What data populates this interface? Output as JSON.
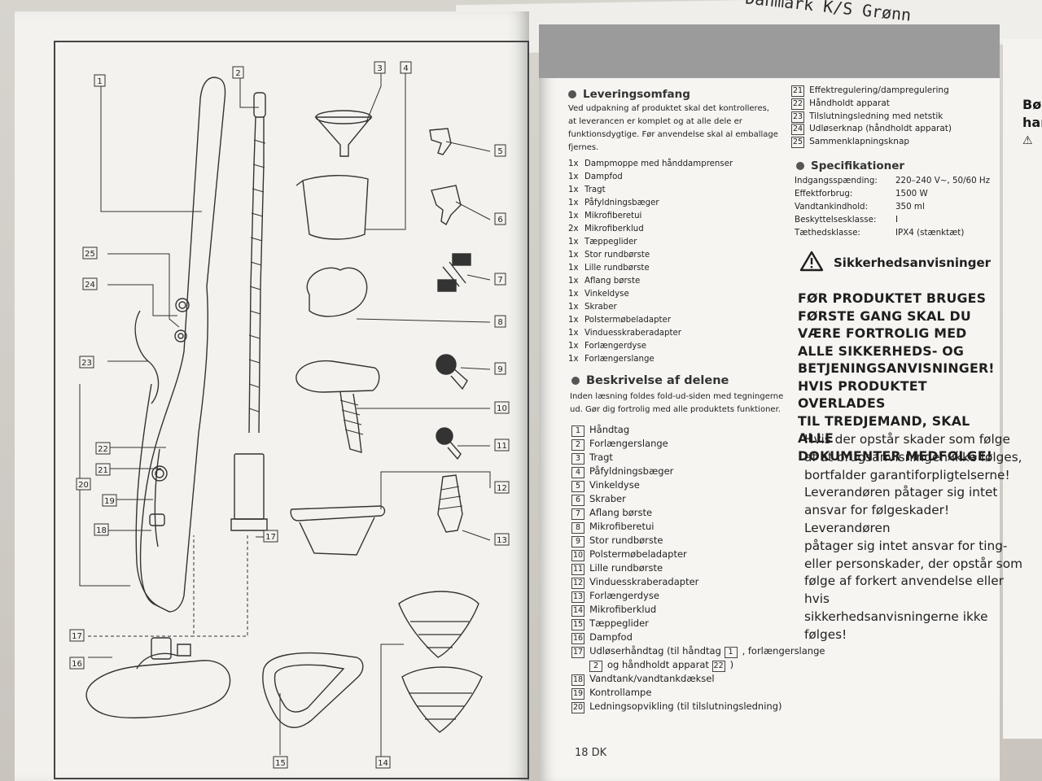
{
  "background": {
    "top_sheet_text": "Danmark K/S Grønn",
    "side_sheet_text": [
      "Bør",
      "har"
    ]
  },
  "diagram": {
    "callouts": [
      "1",
      "2",
      "3",
      "4",
      "5",
      "6",
      "7",
      "8",
      "9",
      "10",
      "11",
      "12",
      "13",
      "14",
      "15",
      "16",
      "17",
      "17",
      "18",
      "19",
      "20",
      "21",
      "22",
      "23",
      "24",
      "25"
    ]
  },
  "page": {
    "number": "18 DK"
  },
  "delivery": {
    "heading": "Leveringsomfang",
    "intro": [
      "Ved udpakning af produktet skal det kontrolleres,",
      "at leverancen er komplet og at alle dele er",
      "funktionsdygtige. Før anvendelse skal al emballage",
      "fjernes."
    ],
    "items": [
      {
        "qty": "1x",
        "name": "Dampmoppe med hånddamprenser"
      },
      {
        "qty": "1x",
        "name": "Dampfod"
      },
      {
        "qty": "1x",
        "name": "Tragt"
      },
      {
        "qty": "1x",
        "name": "Påfyldningsbæger"
      },
      {
        "qty": "1x",
        "name": "Mikrofiberetui"
      },
      {
        "qty": "2x",
        "name": "Mikrofiberklud"
      },
      {
        "qty": "1x",
        "name": "Tæppeglider"
      },
      {
        "qty": "1x",
        "name": "Stor rundbørste"
      },
      {
        "qty": "1x",
        "name": "Lille rundbørste"
      },
      {
        "qty": "1x",
        "name": "Aflang børste"
      },
      {
        "qty": "1x",
        "name": "Vinkeldyse"
      },
      {
        "qty": "1x",
        "name": "Skraber"
      },
      {
        "qty": "1x",
        "name": "Polstermøbeladapter"
      },
      {
        "qty": "1x",
        "name": "Vinduesskraberadapter"
      },
      {
        "qty": "1x",
        "name": "Forlængerdyse"
      },
      {
        "qty": "1x",
        "name": "Forlængerslange"
      }
    ]
  },
  "parts": {
    "heading": "Beskrivelse af delene",
    "intro": [
      "Inden læsning foldes fold-ud-siden med tegningerne",
      "ud. Gør dig fortrolig med alle produktets funktioner."
    ],
    "items": [
      {
        "num": "1",
        "name": "Håndtag"
      },
      {
        "num": "2",
        "name": "Forlængerslange"
      },
      {
        "num": "3",
        "name": "Tragt"
      },
      {
        "num": "4",
        "name": "Påfyldningsbæger"
      },
      {
        "num": "5",
        "name": "Vinkeldyse"
      },
      {
        "num": "6",
        "name": "Skraber"
      },
      {
        "num": "7",
        "name": "Aflang børste"
      },
      {
        "num": "8",
        "name": "Mikrofiberetui"
      },
      {
        "num": "9",
        "name": "Stor rundbørste"
      },
      {
        "num": "10",
        "name": "Polstermøbeladapter"
      },
      {
        "num": "11",
        "name": "Lille rundbørste"
      },
      {
        "num": "12",
        "name": "Vinduesskraberadapter"
      },
      {
        "num": "13",
        "name": "Forlængerdyse"
      },
      {
        "num": "14",
        "name": "Mikrofiberklud"
      },
      {
        "num": "15",
        "name": "Tæppeglider"
      },
      {
        "num": "16",
        "name": "Dampfod"
      },
      {
        "num": "17",
        "name": "Udløserhåndtag (til håndtag",
        "ref1": "1",
        "mid": ", forlængerslange",
        "ref2": "2",
        "mid2": "og håndholdt apparat",
        "ref3": "22",
        "end": ")"
      },
      {
        "num": "18",
        "name": "Vandtank/vandtankdæksel"
      },
      {
        "num": "19",
        "name": "Kontrollampe"
      },
      {
        "num": "20",
        "name": "Ledningsopvikling (til tilslutningsledning)"
      },
      {
        "num": "21",
        "name": "Effektregulering/dampregulering"
      },
      {
        "num": "22",
        "name": "Håndholdt apparat"
      },
      {
        "num": "23",
        "name": "Tilslutningsledning med netstik"
      },
      {
        "num": "24",
        "name": "Udløserknap (håndholdt apparat)"
      },
      {
        "num": "25",
        "name": "Sammenklapningsknap"
      }
    ]
  },
  "specs": {
    "heading": "Specifikationer",
    "rows": [
      {
        "key": "Indgangsspænding:",
        "value": "220–240 V∼, 50/60 Hz"
      },
      {
        "key": "Effektforbrug:",
        "value": "1500 W"
      },
      {
        "key": "Vandtankindhold:",
        "value": "350 ml"
      },
      {
        "key": "Beskyttelsesklasse:",
        "value": "I"
      },
      {
        "key": "Tæthedsklasse:",
        "value": "IPX4 (stænktæt)"
      }
    ]
  },
  "safety": {
    "heading": "Sikkerhedsanvisninger",
    "caps": [
      "FØR PRODUKTET BRUGES",
      "FØRSTE GANG SKAL DU",
      "VÆRE FORTROLIG MED",
      "ALLE SIKKERHEDS- OG",
      "BETJENINGSANVISNINGER!",
      "HVIS PRODUKTET OVERLADES",
      "TIL TREDJEMAND, SKAL ALLE",
      "DOKUMENTER MEDFØLGE!"
    ],
    "body": [
      "Hvis der opstår skader som følge",
      "af at brugsanvisningen ikke følges,",
      "bortfalder garantiforpligtelserne!",
      "Leverandøren påtager sig intet",
      "ansvar for følgeskader! Leverandøren",
      "påtager sig intet ansvar for ting-",
      "eller personskader, der opstår som",
      "følge af forkert anvendelse eller hvis",
      "sikkerhedsanvisningerne ikke følges!"
    ]
  }
}
